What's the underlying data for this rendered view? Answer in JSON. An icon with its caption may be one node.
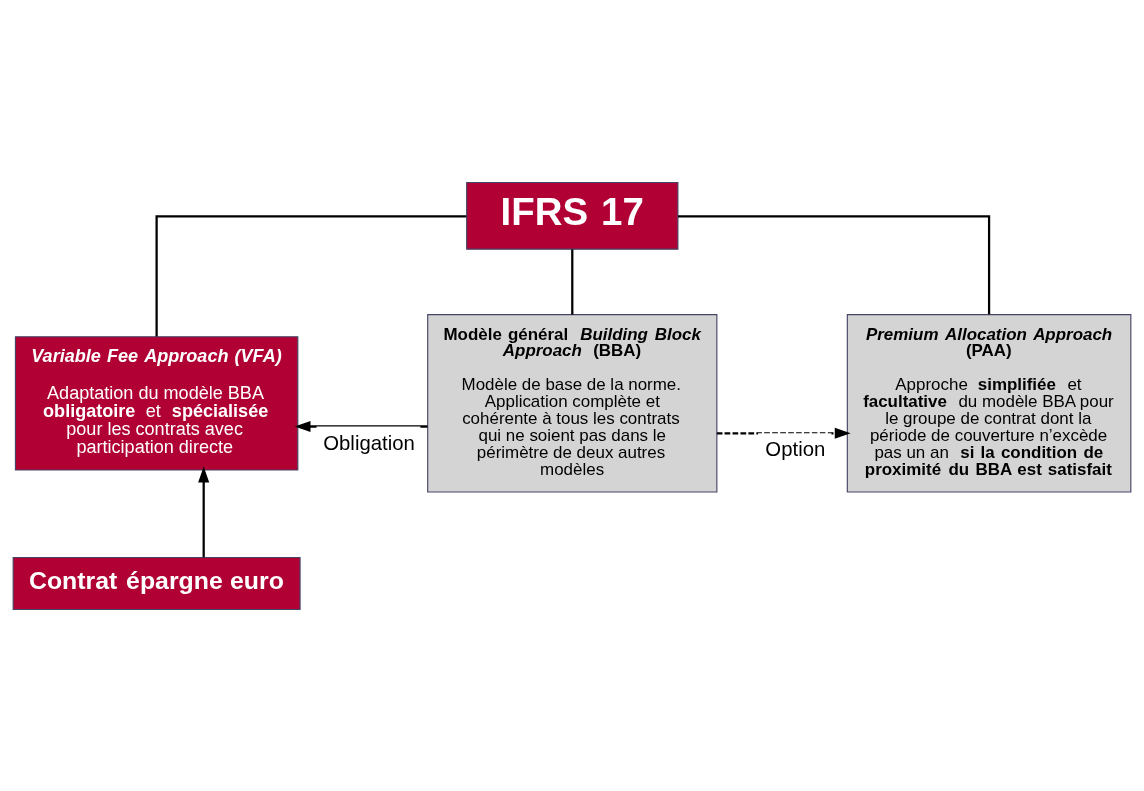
{
  "diagram": {
    "nodes": [
      {
        "text": [
          "IFRS 17"
        ]
      },
      {
        "text": [
          "*Variable Fee Approach (VFA)*",
          "Adaptation du modèle BBA **obligatoire** et **spécialisée** pour les contrats avec participation directe"
        ]
      },
      {
        "text": [
          "Modèle général *Building Block Approach* (BBA)",
          "Modèle de base de la norme. Application complète et cohérente à tous les contrats qui ne soient pas dans le périmètre de deux autres modèles"
        ]
      },
      {
        "text": [
          "*Premium Allocation Approach* (PAA)",
          "Approche **simplifiée** et **facultative** du modèle BBA pour le groupe de contrat dont la période de couverture n’excède pas un an **si la condition de proximité du BBA est satisfait**"
        ]
      },
      {
        "text": [
          "Contrat épargne euro"
        ]
      }
    ],
    "edges": [
      {
        "from": 0,
        "to": 1,
        "arrow": "none"
      },
      {
        "from": 0,
        "to": 2,
        "arrow": "none"
      },
      {
        "from": 0,
        "to": 3,
        "arrow": "none"
      },
      {
        "from": 2,
        "to": 1,
        "arrow": "to",
        "label": "Obligation"
      },
      {
        "from": 2,
        "to": 3,
        "arrow": "to",
        "label": "Option",
        "style": "dashed"
      },
      {
        "from": 4,
        "to": 1,
        "arrow": "to"
      }
    ]
  }
}
